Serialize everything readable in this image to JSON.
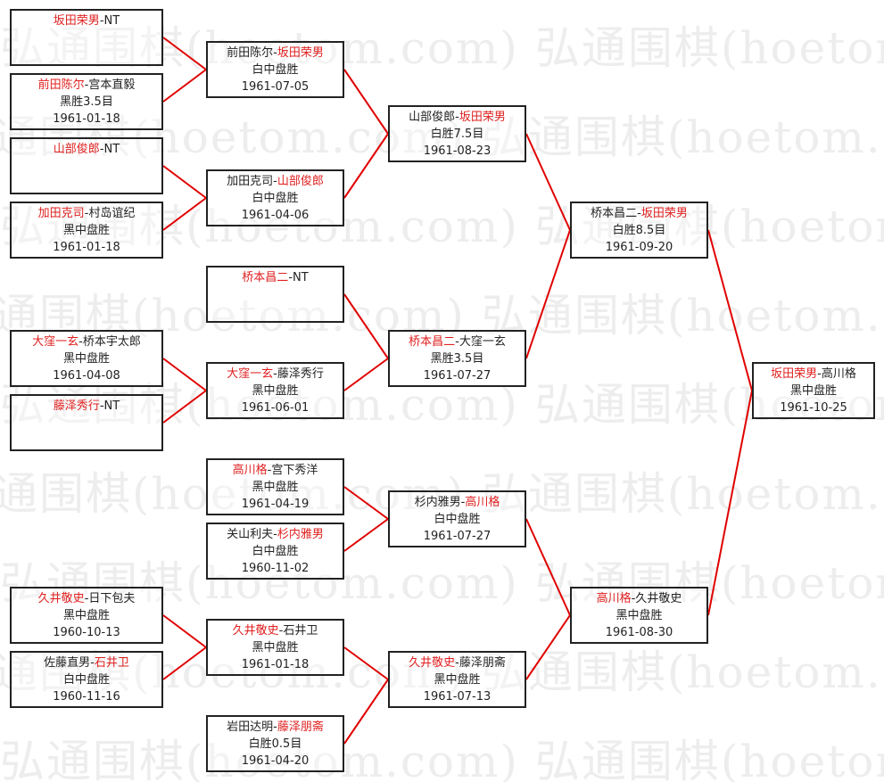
{
  "watermark": "弘通围棋(hoetom.com)",
  "colors": {
    "winner": "#e02020",
    "line": "#e00000"
  },
  "matches": [
    {
      "id": "r1a",
      "p1": "坂田荣男",
      "p2": "NT",
      "winner": 1,
      "result": "",
      "date": ""
    },
    {
      "id": "r1b",
      "p1": "前田陈尔",
      "p2": "宫本直毅",
      "winner": 1,
      "result": "黑胜3.5目",
      "date": "1961-01-18"
    },
    {
      "id": "r1c",
      "p1": "山部俊郎",
      "p2": "NT",
      "winner": 1,
      "result": "",
      "date": ""
    },
    {
      "id": "r1d",
      "p1": "加田克司",
      "p2": "村岛谊纪",
      "winner": 1,
      "result": "黑中盘胜",
      "date": "1961-01-18"
    },
    {
      "id": "r1e",
      "p1": "大窪一玄",
      "p2": "桥本宇太郎",
      "winner": 1,
      "result": "黑中盘胜",
      "date": "1961-04-08"
    },
    {
      "id": "r1f",
      "p1": "藤泽秀行",
      "p2": "NT",
      "winner": 1,
      "result": "",
      "date": ""
    },
    {
      "id": "r1g",
      "p1": "久井敬史",
      "p2": "日下包夫",
      "winner": 1,
      "result": "黑中盘胜",
      "date": "1960-10-13"
    },
    {
      "id": "r1h",
      "p1": "佐藤直男",
      "p2": "石井卫",
      "winner": 2,
      "result": "白中盘胜",
      "date": "1960-11-16"
    },
    {
      "id": "r2a",
      "p1": "前田陈尔",
      "p2": "坂田荣男",
      "winner": 2,
      "result": "白中盘胜",
      "date": "1961-07-05"
    },
    {
      "id": "r2b",
      "p1": "加田克司",
      "p2": "山部俊郎",
      "winner": 2,
      "result": "白中盘胜",
      "date": "1961-04-06"
    },
    {
      "id": "r2c",
      "p1": "桥本昌二",
      "p2": "NT",
      "winner": 1,
      "result": "",
      "date": ""
    },
    {
      "id": "r2d",
      "p1": "大窪一玄",
      "p2": "藤泽秀行",
      "winner": 1,
      "result": "黑中盘胜",
      "date": "1961-06-01"
    },
    {
      "id": "r2e",
      "p1": "高川格",
      "p2": "宫下秀洋",
      "winner": 1,
      "result": "黑中盘胜",
      "date": "1961-04-19"
    },
    {
      "id": "r2f",
      "p1": "关山利夫",
      "p2": "杉内雅男",
      "winner": 2,
      "result": "白中盘胜",
      "date": "1960-11-02"
    },
    {
      "id": "r2g",
      "p1": "久井敬史",
      "p2": "石井卫",
      "winner": 1,
      "result": "黑中盘胜",
      "date": "1961-01-18"
    },
    {
      "id": "r2h",
      "p1": "岩田达明",
      "p2": "藤泽朋斋",
      "winner": 2,
      "result": "白胜0.5目",
      "date": "1961-04-20"
    },
    {
      "id": "r3a",
      "p1": "山部俊郎",
      "p2": "坂田荣男",
      "winner": 2,
      "result": "白胜7.5目",
      "date": "1961-08-23"
    },
    {
      "id": "r3b",
      "p1": "桥本昌二",
      "p2": "大窪一玄",
      "winner": 1,
      "result": "黑胜3.5目",
      "date": "1961-07-27"
    },
    {
      "id": "r3c",
      "p1": "杉内雅男",
      "p2": "高川格",
      "winner": 2,
      "result": "白中盘胜",
      "date": "1961-07-27"
    },
    {
      "id": "r3d",
      "p1": "久井敬史",
      "p2": "藤泽朋斋",
      "winner": 1,
      "result": "黑中盘胜",
      "date": "1961-07-13"
    },
    {
      "id": "r4a",
      "p1": "桥本昌二",
      "p2": "坂田荣男",
      "winner": 2,
      "result": "白胜8.5目",
      "date": "1961-09-20"
    },
    {
      "id": "r4b",
      "p1": "高川格",
      "p2": "久井敬史",
      "winner": 1,
      "result": "黑中盘胜",
      "date": "1961-08-30"
    },
    {
      "id": "final",
      "p1": "坂田荣男",
      "p2": "高川格",
      "winner": 1,
      "result": "黑中盘胜",
      "date": "1961-10-25"
    }
  ]
}
